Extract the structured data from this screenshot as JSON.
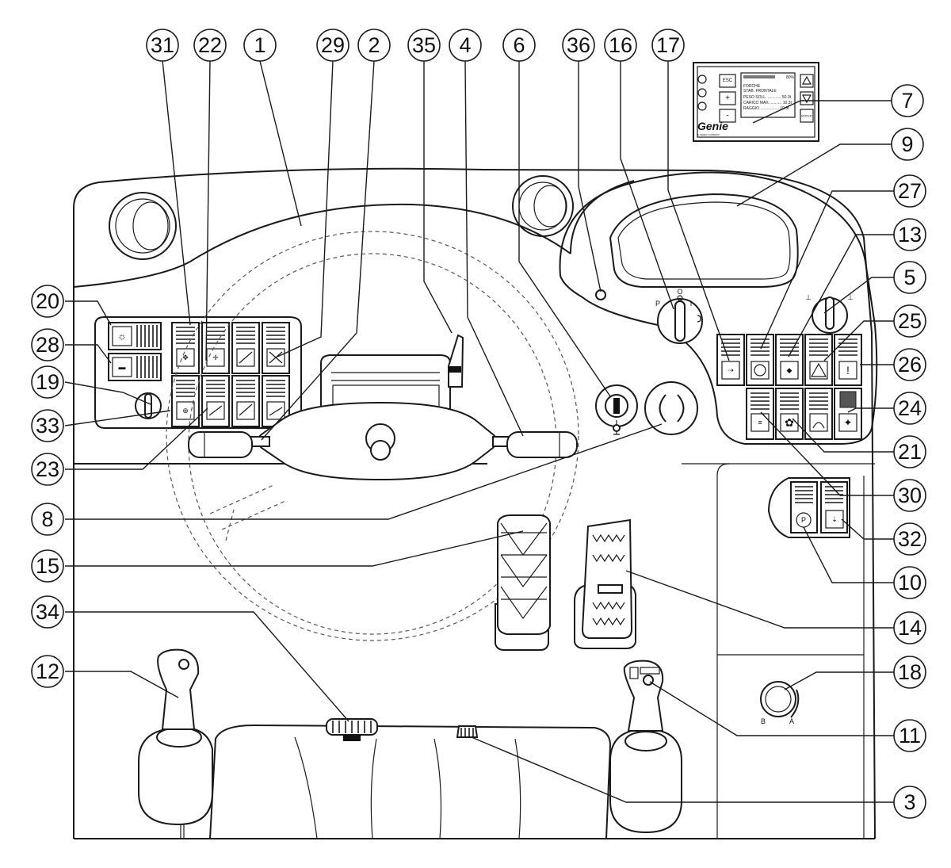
{
  "callouts": {
    "c31": "31",
    "c22": "22",
    "c1": "1",
    "c29": "29",
    "c2": "2",
    "c35": "35",
    "c4": "4",
    "c6": "6",
    "c36": "36",
    "c16": "16",
    "c17": "17",
    "c7": "7",
    "c9": "9",
    "c27": "27",
    "c13": "13",
    "c5": "5",
    "c25": "25",
    "c26": "26",
    "c24": "24",
    "c21": "21",
    "c30": "30",
    "c32": "32",
    "c10": "10",
    "c14": "14",
    "c18": "18",
    "c11": "11",
    "c3": "3",
    "c20": "20",
    "c28": "28",
    "c19": "19",
    "c33": "33",
    "c23": "23",
    "c8": "8",
    "c15": "15",
    "c34": "34",
    "c12": "12"
  },
  "display": {
    "btn_esc": "ESC",
    "btn_plus": "+",
    "btn_minus": "-",
    "btn_enter": "ENTER",
    "line1": "FORCHE",
    "line2": "STAB. FRONTALE",
    "line3": "PESO SOLL. ............ 50.3t",
    "line4": "CARICO MAX ........... 10.3t",
    "line5": "RAGGIO ................. 10.3t",
    "pct": "80%",
    "brand": "Genie",
    "brand_sub": "A TEREX COMPANY"
  },
  "key_switch": {
    "p": "P",
    "o": "O",
    "i": "I"
  },
  "dial": {
    "b": "B",
    "a": "A"
  },
  "icons": {
    "sw20": "sun-icon",
    "sw28": "vehicle-icon",
    "sw31": "hydraulic-lock-icon",
    "sw22": "boom-float-icon",
    "sw29": "boom-raise-icon",
    "sw33": "lock-icon",
    "sw23": "frame-leveling-icon",
    "sw17": "steering-mode-icon",
    "sw27": "axle-lock-icon",
    "sw13": "transmission-icon",
    "sw25": "hazard-triangle-icon",
    "sw26": "warning-exclamation-icon",
    "sw21": "fan-icon",
    "sw30": "parking-brake-icon",
    "sw32": "load-lower-icon",
    "sw24": "beacon-icon"
  }
}
